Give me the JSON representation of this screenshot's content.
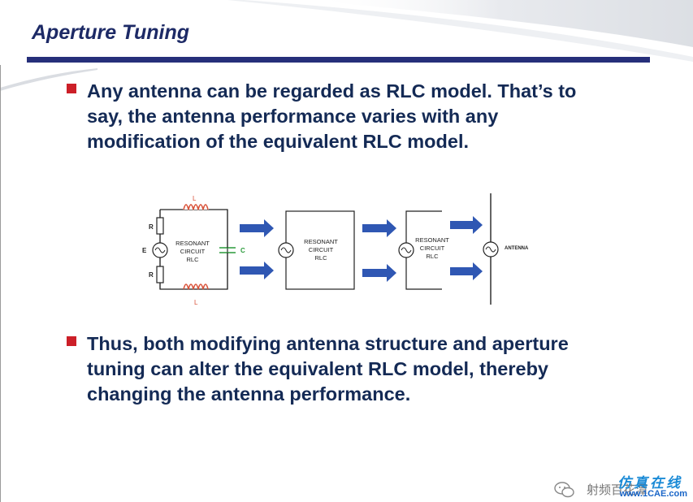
{
  "slide": {
    "title": "Aperture Tuning",
    "bullets": [
      {
        "lines": [
          "Any antenna can be regarded as RLC model. That’s to",
          "say, the antenna performance varies with any",
          "modification of the equivalent RLC model."
        ]
      },
      {
        "lines": [
          "Thus, both modifying antenna structure and aperture",
          "tuning can alter the equivalent RLC model, thereby",
          "changing the antenna performance."
        ]
      }
    ],
    "colors": {
      "title": "#1d2a66",
      "title_bar": "#262f7a",
      "bullet": "#cc1f28",
      "text": "#142a55",
      "arrow": "#2f57b3",
      "inductor": "#d9533a",
      "capacitor": "#2a9a3a"
    }
  },
  "diagram": {
    "labels": {
      "l_top": "L",
      "l_bottom": "L",
      "r_top": "R",
      "r_bottom": "R",
      "e": "E",
      "c": "C",
      "block1": [
        "RESONANT",
        "CIRCUIT",
        "RLC"
      ],
      "block2": [
        "RESONANT",
        "CIRCUIT",
        "RLC"
      ],
      "block3": [
        "RESONANT",
        "CIRCUIT",
        "RLC"
      ],
      "antenna": "ANTENNA"
    },
    "icons": [
      "ac-source-icon",
      "resistor-icon",
      "inductor-icon",
      "capacitor-icon",
      "arrow-right-icon"
    ]
  },
  "watermark": {
    "brand_cn": "仿真在线",
    "sub_cn": "射频百花潭",
    "url": "www.1CAE.com",
    "icon": "wechat-icon"
  }
}
